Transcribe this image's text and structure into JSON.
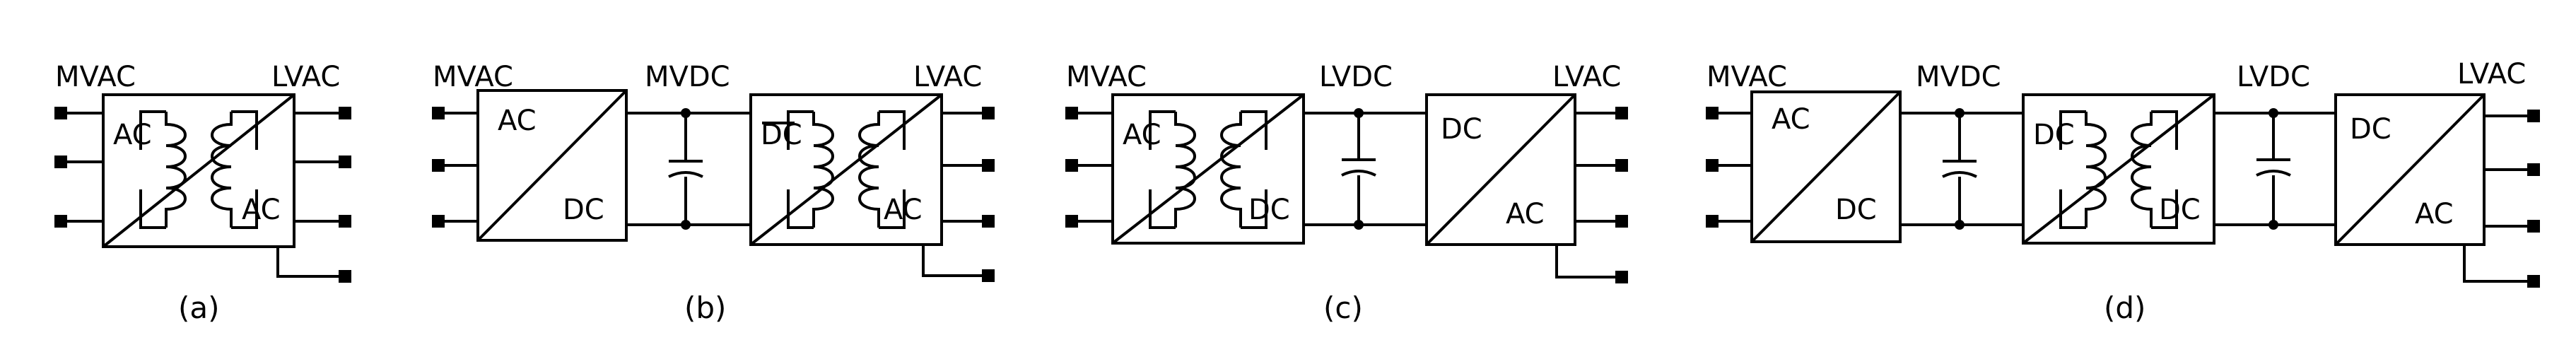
{
  "panels": [
    {
      "caption": "(a)",
      "left_label": "MVAC",
      "right_label": "LVAC",
      "block": {
        "top": "AC",
        "bottom": "AC",
        "type": "transformer"
      }
    },
    {
      "caption": "(b)",
      "left_label": "MVAC",
      "link_label": "MVDC",
      "right_label": "LVAC",
      "block1": {
        "top": "AC",
        "bottom": "DC"
      },
      "block2": {
        "top": "DC",
        "bottom": "AC",
        "type": "transformer"
      }
    },
    {
      "caption": "(c)",
      "left_label": "MVAC",
      "link_label": "LVDC",
      "right_label": "LVAC",
      "block1": {
        "top": "AC",
        "bottom": "DC",
        "type": "transformer"
      },
      "block2": {
        "top": "DC",
        "bottom": "AC"
      }
    },
    {
      "caption": "(d)",
      "left_label": "MVAC",
      "link1_label": "MVDC",
      "link2_label": "LVDC",
      "right_label": "LVAC",
      "block1": {
        "top": "AC",
        "bottom": "DC"
      },
      "block2": {
        "top": "DC",
        "bottom": "DC",
        "type": "transformer"
      },
      "block3": {
        "top": "DC",
        "bottom": "AC"
      }
    }
  ]
}
